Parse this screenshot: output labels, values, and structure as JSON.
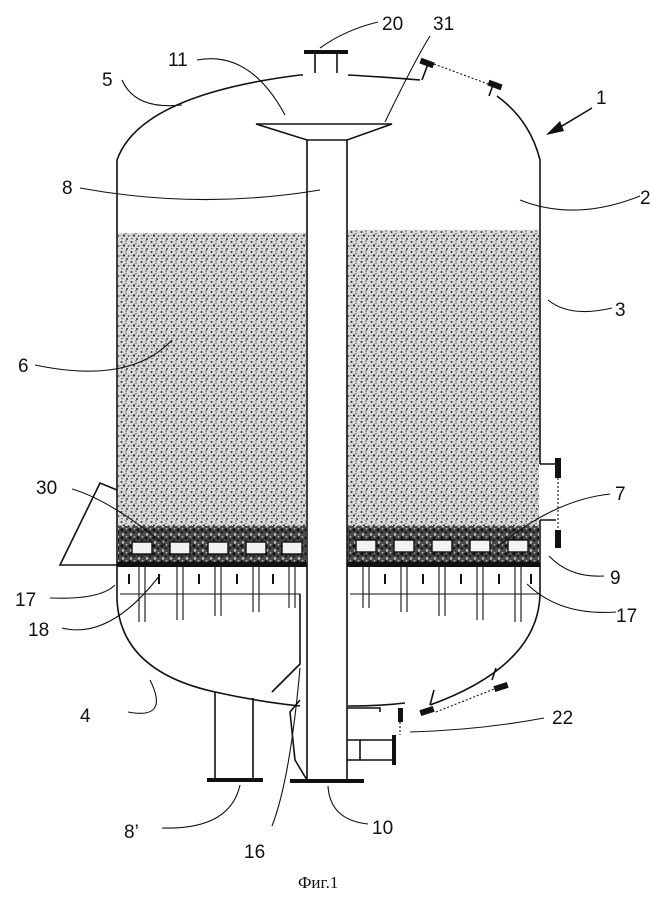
{
  "figure": {
    "caption": "Фиг.1",
    "labels": [
      {
        "id": "l20",
        "text": "20"
      },
      {
        "id": "l31",
        "text": "31"
      },
      {
        "id": "l11",
        "text": "11"
      },
      {
        "id": "l5",
        "text": "5"
      },
      {
        "id": "l1",
        "text": "1"
      },
      {
        "id": "l8",
        "text": "8"
      },
      {
        "id": "l2",
        "text": "2"
      },
      {
        "id": "l3",
        "text": "3"
      },
      {
        "id": "l6",
        "text": "6"
      },
      {
        "id": "l30",
        "text": "30"
      },
      {
        "id": "l7",
        "text": "7"
      },
      {
        "id": "l9",
        "text": "9"
      },
      {
        "id": "l17a",
        "text": "17"
      },
      {
        "id": "l17b",
        "text": "17"
      },
      {
        "id": "l18",
        "text": "18"
      },
      {
        "id": "l4",
        "text": "4"
      },
      {
        "id": "l22",
        "text": "22"
      },
      {
        "id": "l8p",
        "text": "8’"
      },
      {
        "id": "l10",
        "text": "10"
      },
      {
        "id": "l16",
        "text": "16"
      }
    ]
  }
}
